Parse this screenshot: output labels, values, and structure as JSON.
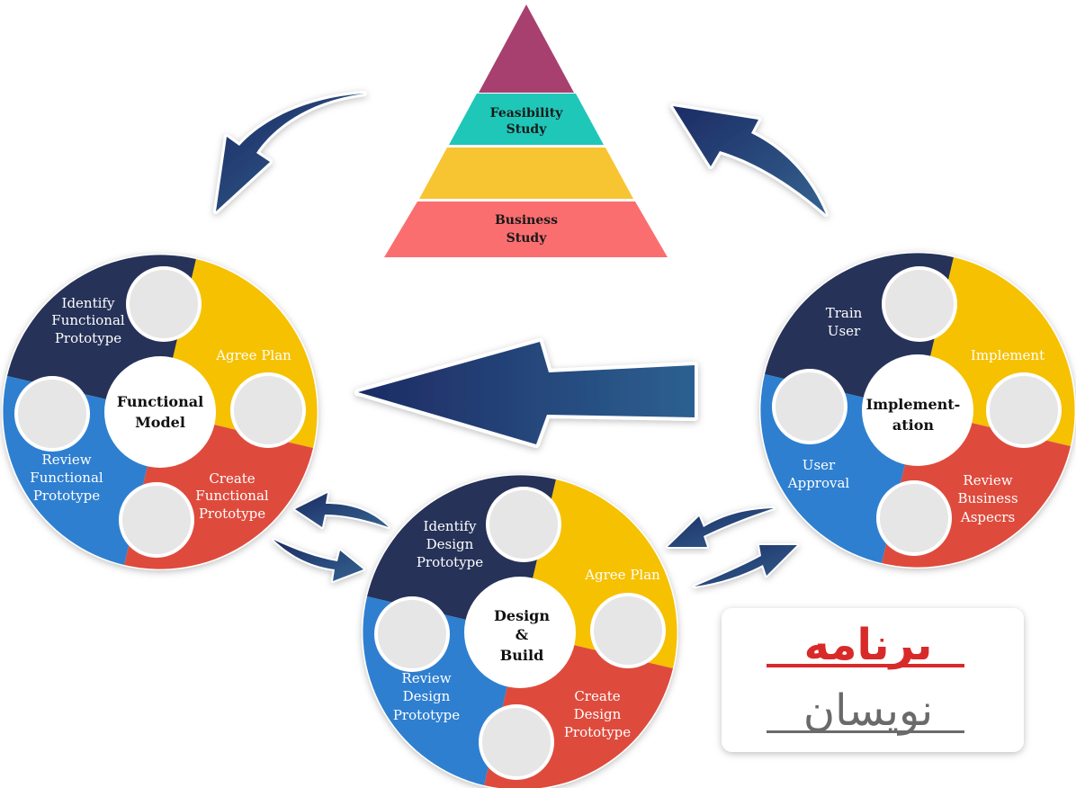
{
  "pyramid": {
    "levels": [
      {
        "lines": [
          ""
        ],
        "color": "#a8406f"
      },
      {
        "lines": [
          "Feasibility",
          "Study"
        ],
        "color": "#1fc7b8"
      },
      {
        "lines": [
          ""
        ],
        "color": "#f7c531"
      },
      {
        "lines": [
          "Business",
          "Study"
        ],
        "color": "#fb6e70"
      }
    ]
  },
  "cycles": {
    "functional": {
      "center": [
        "Functional",
        "Model"
      ],
      "segments": [
        {
          "lines": [
            "Identify",
            "Functional",
            "Prototype"
          ],
          "color": "#263359"
        },
        {
          "lines": [
            "Agree Plan"
          ],
          "color": "#f6c100"
        },
        {
          "lines": [
            "Create",
            "Functional",
            "Prototype"
          ],
          "color": "#de4b3c"
        },
        {
          "lines": [
            "Review",
            "Functional",
            "Prototype"
          ],
          "color": "#2d7fd0"
        }
      ]
    },
    "design": {
      "center": [
        "Design",
        "&",
        "Build"
      ],
      "segments": [
        {
          "lines": [
            "Identify",
            "Design",
            "Prototype"
          ],
          "color": "#263359"
        },
        {
          "lines": [
            "Agree Plan"
          ],
          "color": "#f6c100"
        },
        {
          "lines": [
            "Create",
            "Design",
            "Prototype"
          ],
          "color": "#de4b3c"
        },
        {
          "lines": [
            "Review",
            "Design",
            "Prototype"
          ],
          "color": "#2d7fd0"
        }
      ]
    },
    "implementation": {
      "center": [
        "Implement-",
        "ation"
      ],
      "segments": [
        {
          "lines": [
            "Train",
            "User"
          ],
          "color": "#263359"
        },
        {
          "lines": [
            "Implement"
          ],
          "color": "#f6c100"
        },
        {
          "lines": [
            "Review",
            "Business",
            "Aspecrs"
          ],
          "color": "#de4b3c"
        },
        {
          "lines": [
            "User",
            "Approval"
          ],
          "color": "#2d7fd0"
        }
      ]
    }
  },
  "arrow_color": "#22396b",
  "logo": {
    "text_line1": "برنامه",
    "text_line2": "نویسان",
    "color_red": "#d92a2a",
    "color_gray": "#6a6a6a"
  }
}
